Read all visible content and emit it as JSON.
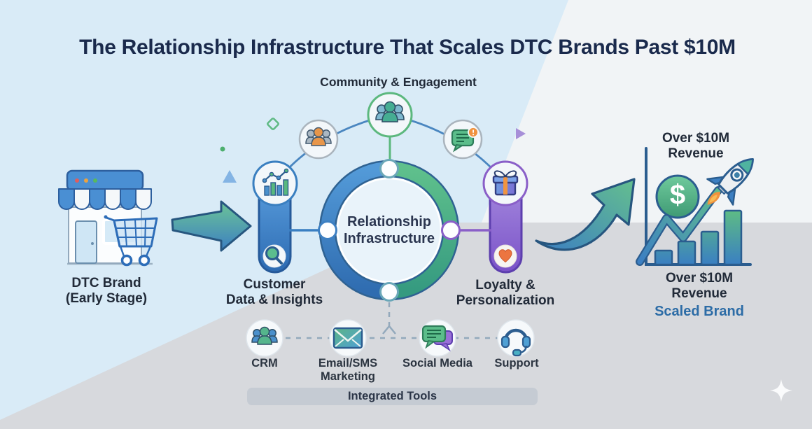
{
  "title": "The Relationship Infrastructure That Scales DTC Brands Past $10M",
  "hub": {
    "line1": "Relationship",
    "line2": "Infrastructure"
  },
  "pillars": {
    "community": {
      "label": "Community & Engagement",
      "icon": "community-people-icon"
    },
    "customer_data": {
      "line1": "Customer",
      "line2": "Data & Insights",
      "icons": [
        "analytics-chart-icon",
        "magnifier-icon"
      ]
    },
    "loyalty": {
      "line1": "Loyalty &",
      "line2": "Personalization",
      "icons": [
        "gift-icon",
        "heart-icon"
      ]
    }
  },
  "satellites": [
    {
      "icon": "analytics-chart-icon"
    },
    {
      "icon": "people-group-icon"
    },
    {
      "icon": "community-people-icon"
    },
    {
      "icon": "chat-message-icon"
    },
    {
      "icon": "gift-icon"
    }
  ],
  "stages": {
    "early": {
      "line1": "DTC Brand",
      "line2": "(Early Stage)",
      "icon": "storefront-cart-icon"
    },
    "scaled": {
      "revenue_line1": "Over $10M",
      "revenue_line2": "Revenue",
      "caption": "Scaled Brand",
      "dollar_symbol": "$",
      "icons": [
        "growth-chart-icon",
        "dollar-coin-icon",
        "rocket-icon"
      ]
    }
  },
  "tools": {
    "footer": "Integrated Tools",
    "items": [
      {
        "label_line1": "CRM",
        "label_line2": "",
        "icon": "crm-people-icon"
      },
      {
        "label_line1": "Email/SMS",
        "label_line2": "Marketing",
        "icon": "email-envelope-icon"
      },
      {
        "label_line1": "Social Media",
        "label_line2": "",
        "icon": "chat-bubbles-icon"
      },
      {
        "label_line1": "Support",
        "label_line2": "",
        "icon": "headset-icon"
      }
    ]
  },
  "colors": {
    "background_blue": "#d9ebf7",
    "background_gray": "#d7d9dd",
    "background_light": "#f1f4f6",
    "title_navy": "#1a2a4c",
    "blue": "#3a7fc2",
    "green": "#57b888",
    "purple": "#8a5fc8",
    "orange": "#f0923e",
    "scaled_brand_blue": "#2c6ca6",
    "text_dark": "#212a38"
  }
}
